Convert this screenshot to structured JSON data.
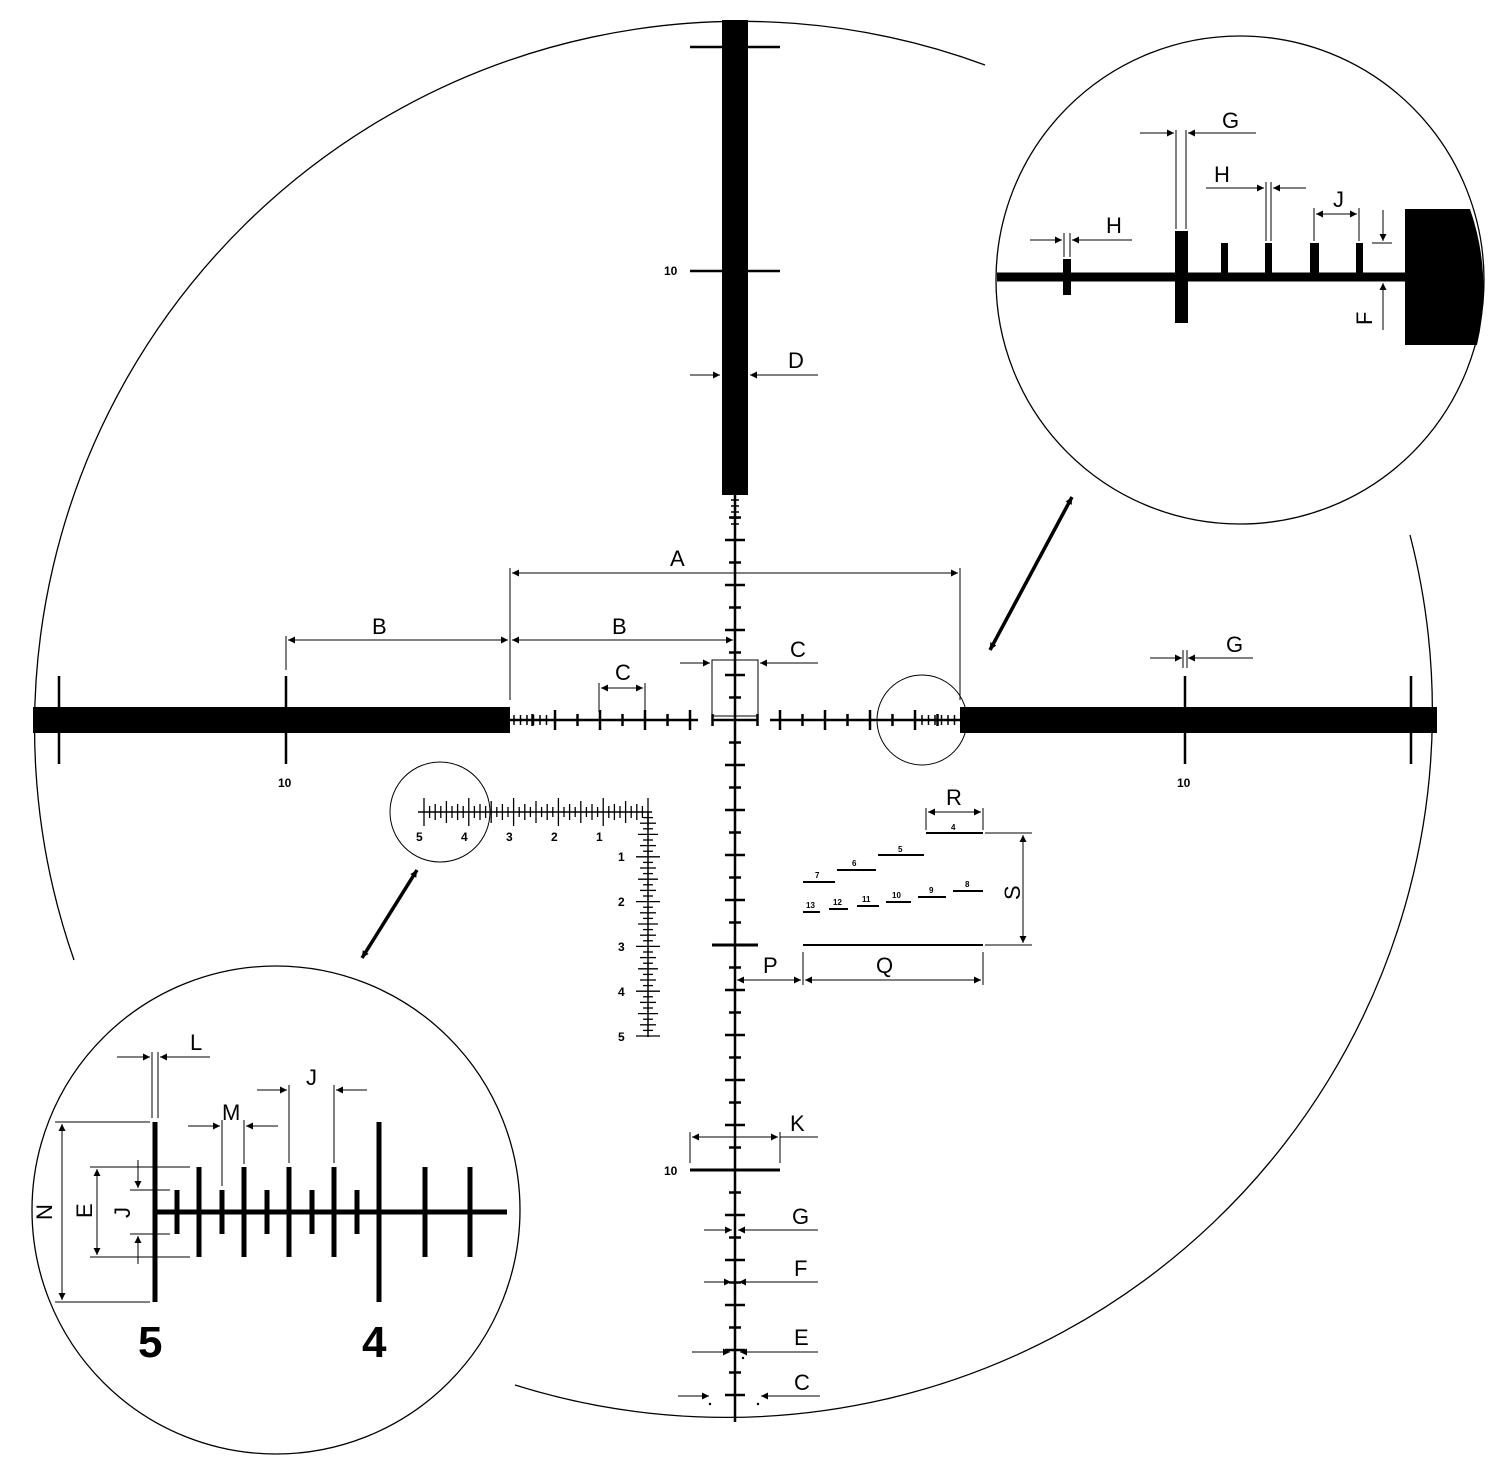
{
  "main_view": {
    "dimension_labels": {
      "a": "A",
      "b_left": "B",
      "b_right": "B",
      "c_left": "C",
      "c_center": "C",
      "c_bottom": "C",
      "d": "D",
      "e": "E",
      "f": "F",
      "g_right": "G",
      "g_bottom": "G",
      "k": "K",
      "p": "P",
      "q": "Q",
      "r": "R",
      "s": "S"
    },
    "scale_labels": {
      "top": "10",
      "left": "10",
      "right": "10",
      "bottom": "10"
    },
    "grid_h_labels": [
      "5",
      "4",
      "3",
      "2",
      "1"
    ],
    "grid_v_labels": [
      "1",
      "2",
      "3",
      "4",
      "5"
    ],
    "range_row_top": [
      "7",
      "6",
      "5",
      "4"
    ],
    "range_row_bottom": [
      "13",
      "12",
      "11",
      "10",
      "9",
      "8"
    ]
  },
  "zoom_top_right": {
    "labels": {
      "g": "G",
      "h_upper": "H",
      "h_left": "H",
      "j": "J",
      "f": "F"
    }
  },
  "zoom_bottom_left": {
    "labels": {
      "l": "L",
      "m": "M",
      "j_top": "J",
      "n": "N",
      "e": "E",
      "j_side": "J"
    },
    "numbers": {
      "left": "5",
      "right": "4"
    }
  }
}
